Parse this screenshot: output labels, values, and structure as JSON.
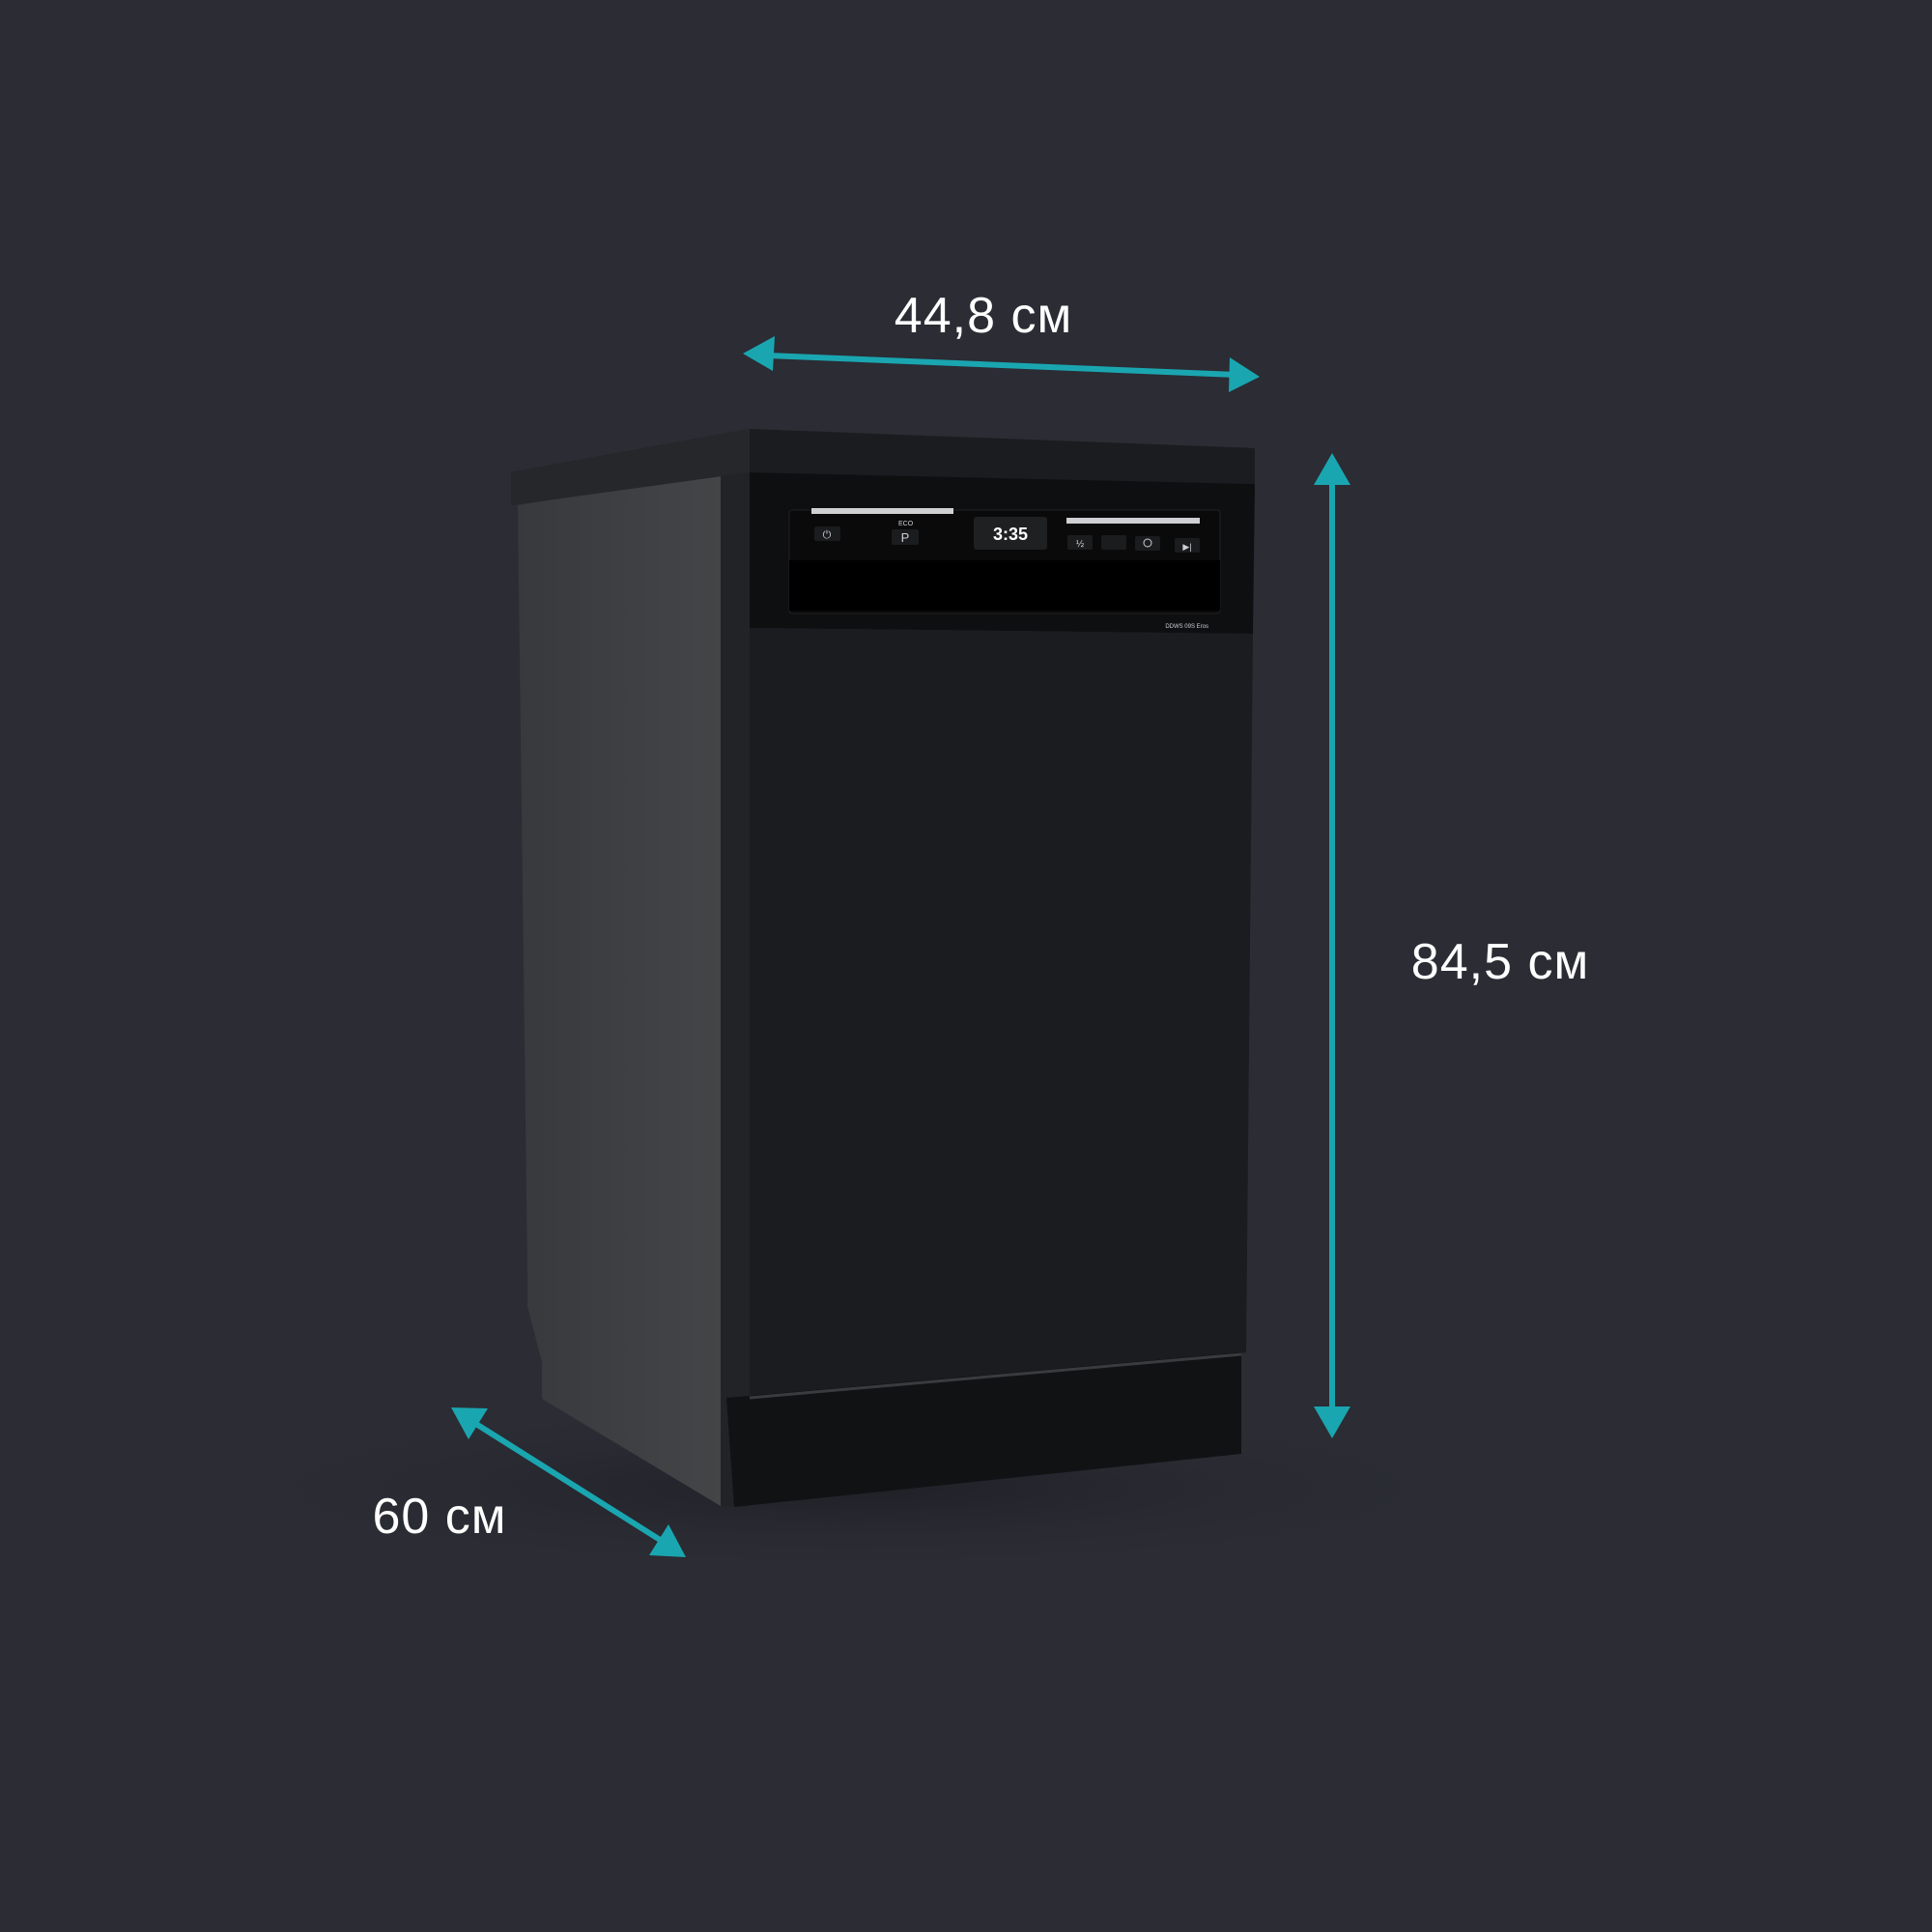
{
  "dimensions": {
    "width": "44,8 см",
    "height": "84,5 см",
    "depth": "60 см"
  },
  "appliance": {
    "display_time": "3:35",
    "program_button": "P",
    "eco_label": "ECO",
    "half_load_label": "½",
    "model_label": "DDWS 09S Eros"
  },
  "colors": {
    "background": "#2b2c34",
    "arrow": "#1aa6b0"
  }
}
